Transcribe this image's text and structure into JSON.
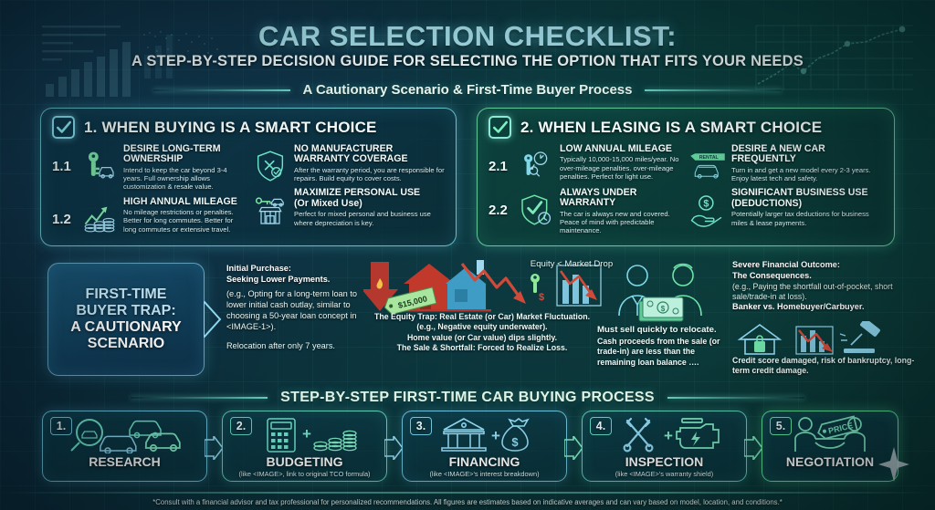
{
  "header": {
    "title": "CAR SELECTION CHECKLIST:",
    "subtitle": "A STEP-BY-STEP DECISION GUIDE FOR SELECTING THE OPTION THAT FITS YOUR NEEDS",
    "band_cautionary": "A Cautionary Scenario & First-Time Buyer Process",
    "band_process": "STEP-BY-STEP FIRST-TIME CAR BUYING PROCESS"
  },
  "colors": {
    "accent_blue": "#a9e4ef",
    "accent_teal": "#7de1e7",
    "accent_green": "#69f0a5",
    "danger_red": "#c0392b",
    "money_green": "#9fe6a0"
  },
  "panels": [
    {
      "id": "buying",
      "title": "1. WHEN BUYING IS A SMART CHOICE",
      "checkbox": "checked",
      "items_left": [
        {
          "num": "1.1",
          "icon": "key-car-icon",
          "head": "DESIRE LONG-TERM OWNERSHIP",
          "desc": "Intend to keep the car beyond 3-4 years. Full ownership allows customization & resale value."
        },
        {
          "num": "1.2",
          "icon": "growth-coins-icon",
          "head": "HIGH ANNUAL MILEAGE",
          "desc": "No mileage restrictions or penalties. Better for long commutes. Better for long commutes or extensive travel."
        }
      ],
      "items_right": [
        {
          "num": "",
          "icon": "shield-tools-icon",
          "head": "NO MANUFACTURER WARRANTY COVERAGE",
          "desc": "After the warranty period, you are responsible for repairs. Build equity to cover costs."
        },
        {
          "num": "",
          "icon": "key-shop-icon",
          "head": "MAXIMIZE PERSONAL USE",
          "head2": "(Or Mixed Use)",
          "desc": "Perfect for mixed personal and business use where depreciation is key."
        }
      ]
    },
    {
      "id": "leasing",
      "title": "2. WHEN LEASING IS A SMART CHOICE",
      "checkbox": "checked",
      "items_left": [
        {
          "num": "2.1",
          "icon": "keys-gauge-icon",
          "head": "LOW ANNUAL MILEAGE",
          "desc": "Typically 10,000-15,000 miles/year. No over-mileage penalties. over-mileage penalties. Perfect for light use."
        },
        {
          "num": "2.2",
          "icon": "shield-check-clock-icon",
          "head": "ALWAYS UNDER WARRANTY",
          "desc": "The car is always new and covered. Peace of mind with predictable maintenance."
        }
      ],
      "items_right": [
        {
          "num": "",
          "icon": "rental-car-icon",
          "head": "DESIRE A NEW CAR FREQUENTLY",
          "desc": "Turn in and get a new model every 2-3 years. Enjoy latest tech and safety.",
          "badge": "RENTAL"
        },
        {
          "num": "",
          "icon": "hand-dollar-icon",
          "head": "SIGNIFICANT BUSINESS USE (DEDUCTIONS)",
          "desc": "Potentially larger tax deductions for business miles & lease payments."
        }
      ]
    }
  ],
  "cautionary": {
    "label_line1": "FIRST-TIME",
    "label_line2": "BUYER TRAP:",
    "label_line3": "A CAUTIONARY",
    "label_line4": "SCENARIO",
    "initial_head1": "Initial Purchase:",
    "initial_head2": "Seeking Lower Payments.",
    "initial_body": "(e.g., Opting for a long-term loan to lower initial cash outlay, similar to choosing a 50-year loan concept in <IMAGE-1>).",
    "initial_relocation": "Relocation after only 7 years.",
    "price_tag": "$15,000",
    "equity_label": "Equity < Market Drop",
    "equity_caption_1": "The Equity Trap: Real Estate (or Car) Market Fluctuation.",
    "equity_caption_2": "(e.g., Negative equity underwater).",
    "equity_caption_3": "Home value (or Car value) dips slightly.",
    "equity_caption_4": "The Sale & Shortfall: Forced to Realize Loss.",
    "sell_caption_1": "Must sell quickly to relocate.",
    "sell_caption_2": "Cash proceeds from the sale (or trade-in) are less than the remaining loan balance ….",
    "severe_head1": "Severe Financial Outcome:",
    "severe_head2": "The Consequences.",
    "severe_body": "(e.g., Paying the shortfall out-of-pocket, short sale/trade-in at loss).",
    "severe_head3": "Banker vs. Homebuyer/Carbuyer.",
    "severe_caption": "Credit score damaged, risk of bankruptcy, long-term credit damage."
  },
  "steps": [
    {
      "num": "1.",
      "label": "RESEARCH",
      "sub": "",
      "icon": "magnifier-cars-icon",
      "accent": "blue"
    },
    {
      "num": "2.",
      "label": "BUDGETING",
      "sub": "(like <IMAGE>, link to original TCO formula)",
      "icon": "calculator-coins-icon",
      "accent": "teal"
    },
    {
      "num": "3.",
      "label": "FINANCING",
      "sub": "(like <IMAGE>'s interest breakdown)",
      "icon": "bank-moneybag-icon",
      "accent": "blue"
    },
    {
      "num": "4.",
      "label": "INSPECTION",
      "sub": "(like <IMAGE>'s warranty shield)",
      "icon": "wrench-engine-icon",
      "accent": "teal"
    },
    {
      "num": "5.",
      "label": "NEGOTIATION",
      "sub": "",
      "icon": "handshake-price-icon",
      "accent": "green"
    }
  ],
  "step_price_tag": "PRICE",
  "footer": "*Consult with a financial advisor and tax professional for personalized recommendations. All figures are estimates based on indicative averages and can vary based on model, location, and conditions.*"
}
